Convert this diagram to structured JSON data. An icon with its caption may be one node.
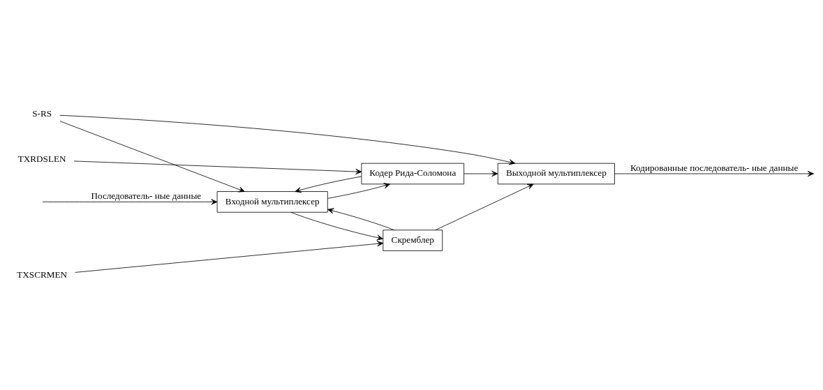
{
  "diagram": {
    "nodes": [
      {
        "text": [
          "TXSCRMEN"
        ]
      },
      {
        "text": [
          "Входной мультиплексер"
        ]
      },
      {
        "text": [
          "Скремблер"
        ]
      },
      {
        "text": [
          "Кодер Рида-Соломона"
        ]
      },
      {
        "text": [
          "Выходной мультиплексер"
        ]
      },
      {
        "text": [
          "TXRDSLEN"
        ]
      },
      {
        "text": [
          "S-RS"
        ]
      }
    ],
    "edges": [
      {
        "from": 0,
        "to": 2,
        "arrow": "to"
      },
      {
        "from": null,
        "to": 1,
        "arrow": "to",
        "label": "Последователь- ные данные"
      },
      {
        "from": 1,
        "to": 2,
        "arrow": "to"
      },
      {
        "from": 1,
        "to": 3,
        "arrow": "to"
      },
      {
        "from": 2,
        "to": 4,
        "arrow": "to"
      },
      {
        "from": 3,
        "to": 4,
        "arrow": "to"
      },
      {
        "from": 2,
        "to": 1,
        "arrow": "to"
      },
      {
        "from": 3,
        "to": 1,
        "arrow": "to"
      },
      {
        "from": 5,
        "to": 3,
        "arrow": "to"
      },
      {
        "from": 6,
        "to": 1,
        "arrow": "to"
      },
      {
        "from": 6,
        "to": 4,
        "arrow": "to"
      },
      {
        "from": 4,
        "to": null,
        "arrow": "to",
        "label": "Кодированные последователь- ные данные"
      }
    ]
  }
}
